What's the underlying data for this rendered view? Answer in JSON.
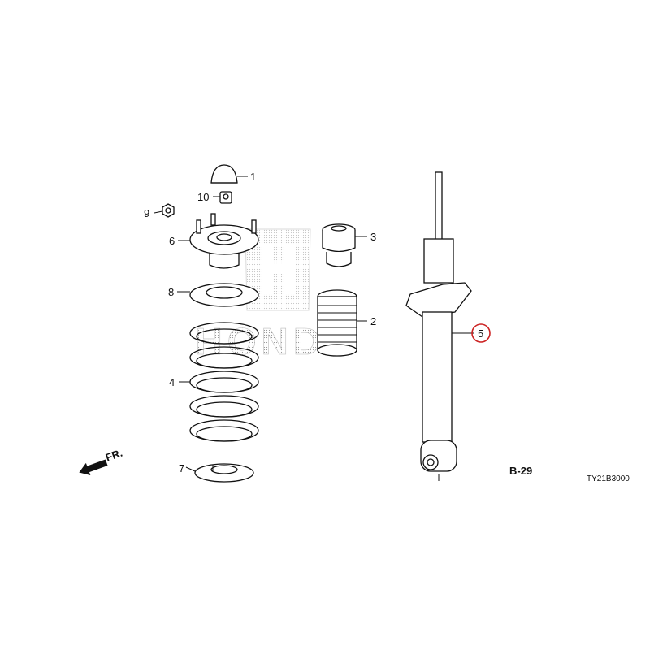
{
  "watermark": {
    "text": "HONDA"
  },
  "diagram_code": "TY21B3000",
  "direction_label": "FR.",
  "reference": "B-29",
  "highlight_color": "#cc2222",
  "callouts": [
    {
      "id": "1",
      "part": "mount cap"
    },
    {
      "id": "2",
      "part": "dust boot"
    },
    {
      "id": "3",
      "part": "bump stop"
    },
    {
      "id": "4",
      "part": "coil spring"
    },
    {
      "id": "5",
      "part": "shock absorber",
      "highlighted": true
    },
    {
      "id": "6",
      "part": "mount base"
    },
    {
      "id": "7",
      "part": "lower spring seat"
    },
    {
      "id": "8",
      "part": "upper spring seat"
    },
    {
      "id": "9",
      "part": "flange nut"
    },
    {
      "id": "10",
      "part": "self-locking nut"
    }
  ]
}
